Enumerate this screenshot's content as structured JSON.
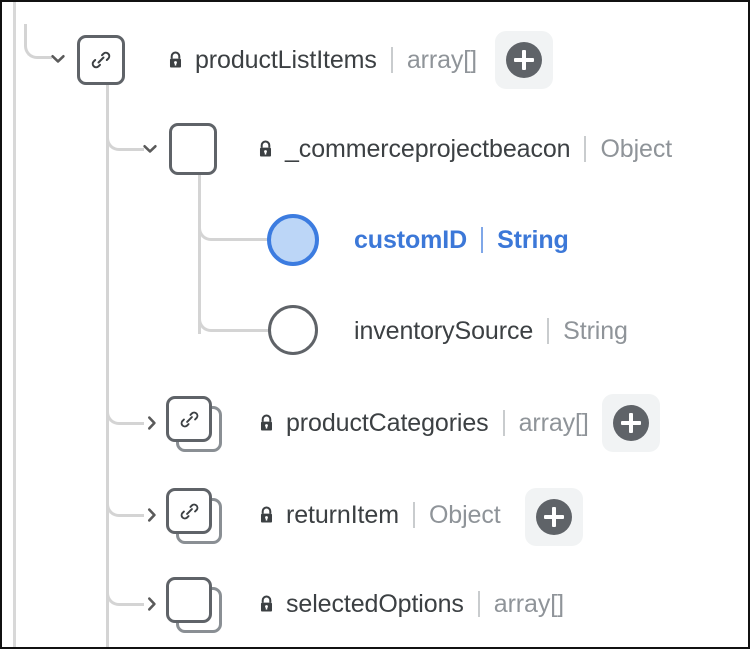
{
  "tree": {
    "rows": [
      {
        "id": "productListItems",
        "name": "productListItems",
        "type": "array[]",
        "icon": "link-card-icon",
        "toggle": "chevron-down-icon",
        "locked": true,
        "selected": false,
        "has_add_button": true,
        "add_label": "+"
      },
      {
        "id": "_commerceprojectbeacon",
        "name": "_commerceprojectbeacon",
        "type": "Object",
        "icon": "card-icon",
        "toggle": "chevron-down-icon",
        "locked": true,
        "selected": false,
        "has_add_button": false,
        "add_label": ""
      },
      {
        "id": "customID",
        "name": "customID",
        "type": "String",
        "icon": "circle-node-icon",
        "toggle": "",
        "locked": false,
        "selected": true,
        "has_add_button": false,
        "add_label": ""
      },
      {
        "id": "inventorySource",
        "name": "inventorySource",
        "type": "String",
        "icon": "circle-node-icon",
        "toggle": "",
        "locked": false,
        "selected": false,
        "has_add_button": false,
        "add_label": ""
      },
      {
        "id": "productCategories",
        "name": "productCategories",
        "type": "array[]",
        "icon": "stacked-link-card-icon",
        "toggle": "chevron-right-icon",
        "locked": true,
        "selected": false,
        "has_add_button": true,
        "add_label": "+"
      },
      {
        "id": "returnItem",
        "name": "returnItem",
        "type": "Object",
        "icon": "stacked-link-card-icon",
        "toggle": "chevron-right-icon",
        "locked": true,
        "selected": false,
        "has_add_button": true,
        "add_label": "+"
      },
      {
        "id": "selectedOptions",
        "name": "selectedOptions",
        "type": "array[]",
        "icon": "stacked-card-icon",
        "toggle": "chevron-right-icon",
        "locked": true,
        "selected": false,
        "has_add_button": false,
        "add_label": ""
      }
    ]
  },
  "colors": {
    "selected_blue": "#3c78d8",
    "selected_fill": "#bcd6f7",
    "selected_stroke": "#3c7ce0",
    "node_stroke": "#5f6368",
    "line": "#d4d4d4",
    "type_text": "#8f9499",
    "name_text": "#3c4043",
    "add_button_bg": "#f1f3f4",
    "add_button_circle": "#5f6368"
  }
}
